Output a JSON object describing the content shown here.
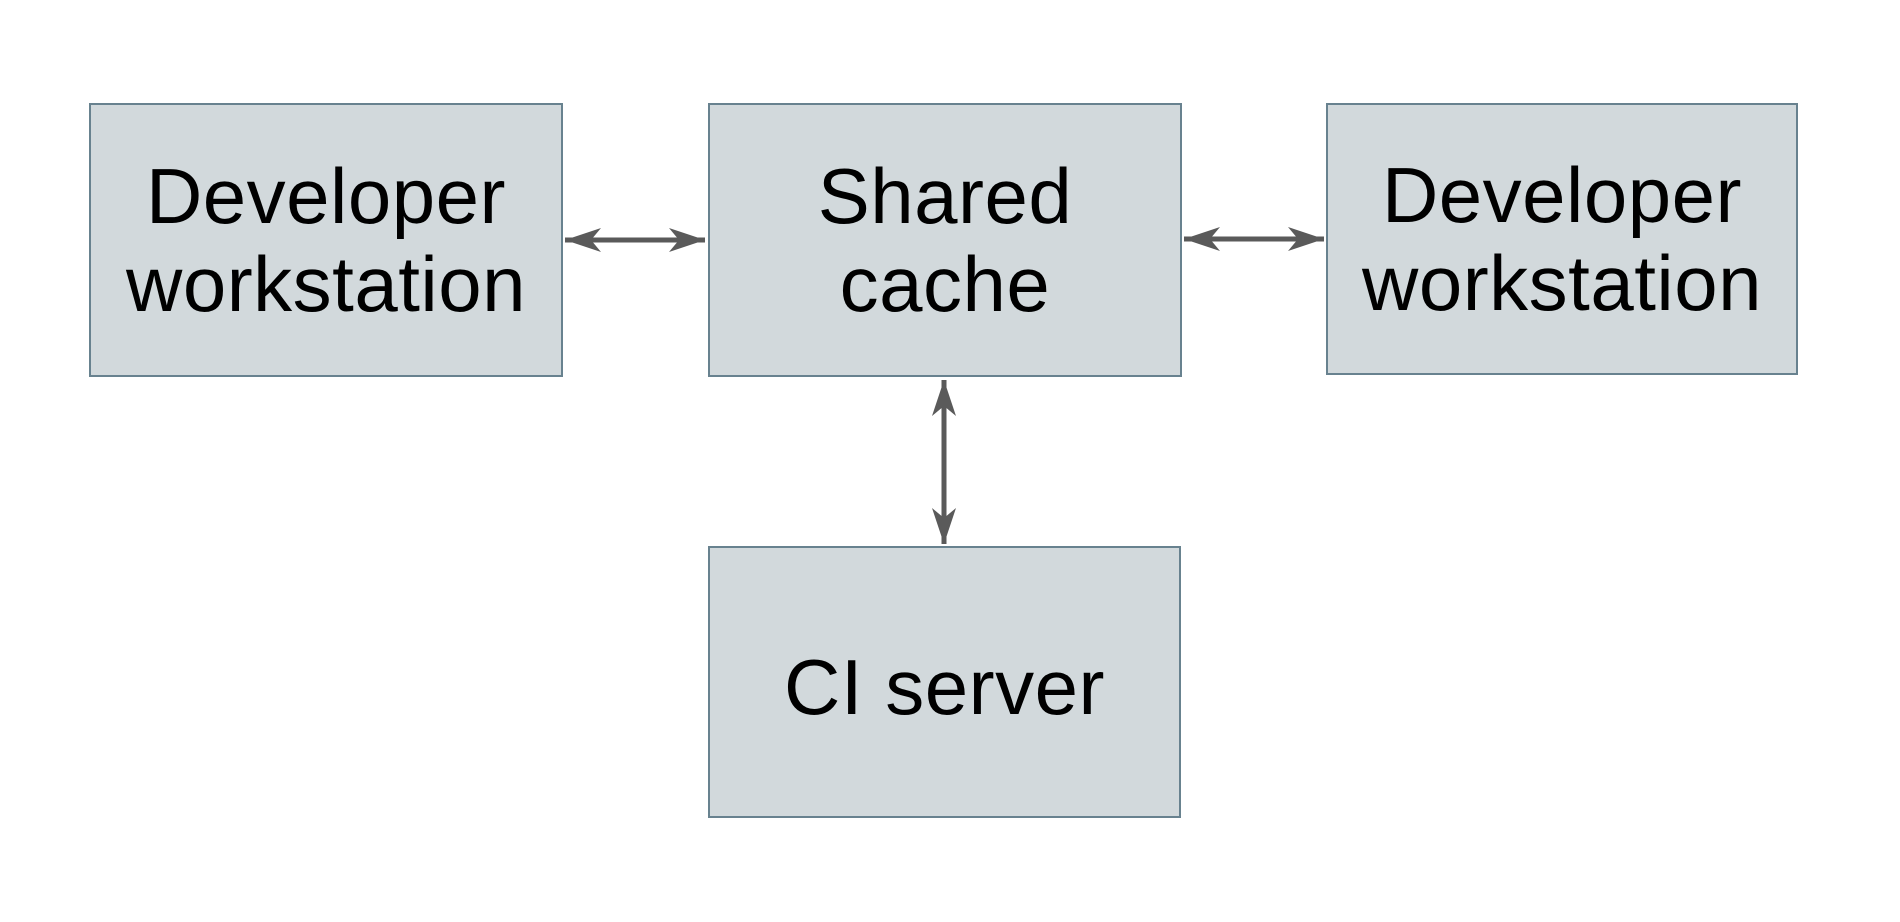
{
  "theme": {
    "background": "#ffffff",
    "node_fill": "#d2d9dc",
    "node_border": "#68828f",
    "arrow_color": "#5a5a5a",
    "text_color": "#000000"
  },
  "nodes": {
    "workstation_left": {
      "id": "developer-workstation-left",
      "lines": [
        "Developer",
        "workstation"
      ]
    },
    "shared_cache": {
      "id": "shared-cache",
      "lines": [
        "Shared",
        "cache"
      ]
    },
    "workstation_right": {
      "id": "developer-workstation-right",
      "lines": [
        "Developer",
        "workstation"
      ]
    },
    "ci_server": {
      "id": "ci-server",
      "lines": [
        "CI server"
      ]
    }
  },
  "edges": [
    {
      "from": "developer-workstation-left",
      "to": "shared-cache",
      "direction": "bidirectional"
    },
    {
      "from": "shared-cache",
      "to": "developer-workstation-right",
      "direction": "bidirectional"
    },
    {
      "from": "shared-cache",
      "to": "ci-server",
      "direction": "bidirectional"
    }
  ]
}
